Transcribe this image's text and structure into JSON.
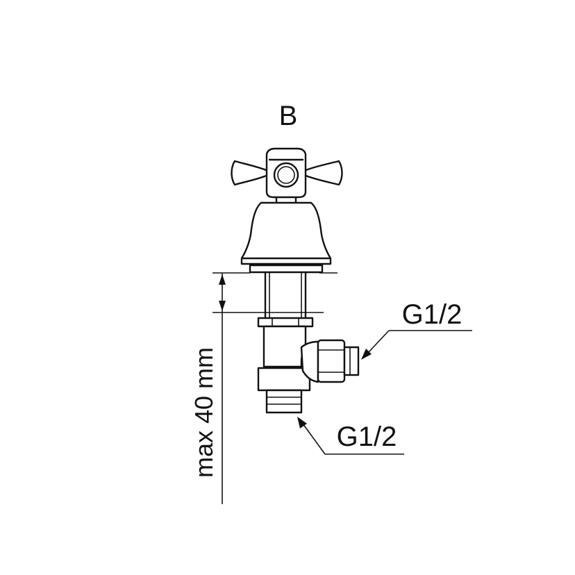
{
  "diagram": {
    "view_label": "B",
    "dimension_label": "max 40 mm",
    "thread_side_label": "G1/2",
    "thread_bottom_label": "G1/2",
    "line_color": "#111111",
    "background_color": "#ffffff"
  }
}
